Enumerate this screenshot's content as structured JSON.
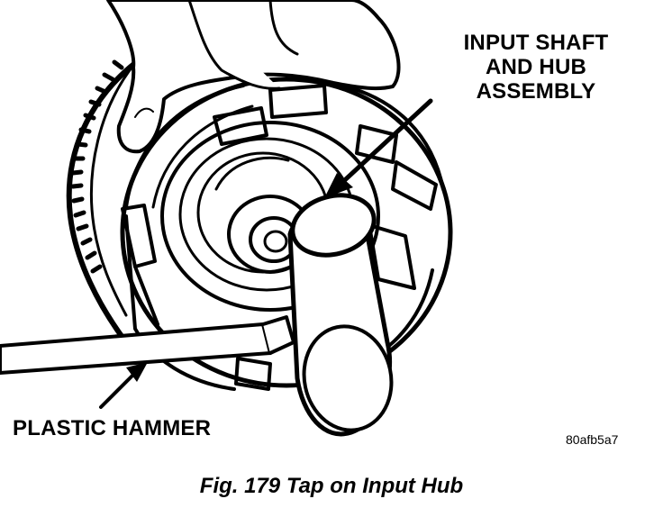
{
  "labels": {
    "input_shaft_line1": "INPUT SHAFT",
    "input_shaft_line2": "AND HUB",
    "input_shaft_line3": "ASSEMBLY",
    "plastic_hammer": "PLASTIC HAMMER"
  },
  "figure_code": "80afb5a7",
  "caption": "Fig. 179 Tap on Input Hub"
}
